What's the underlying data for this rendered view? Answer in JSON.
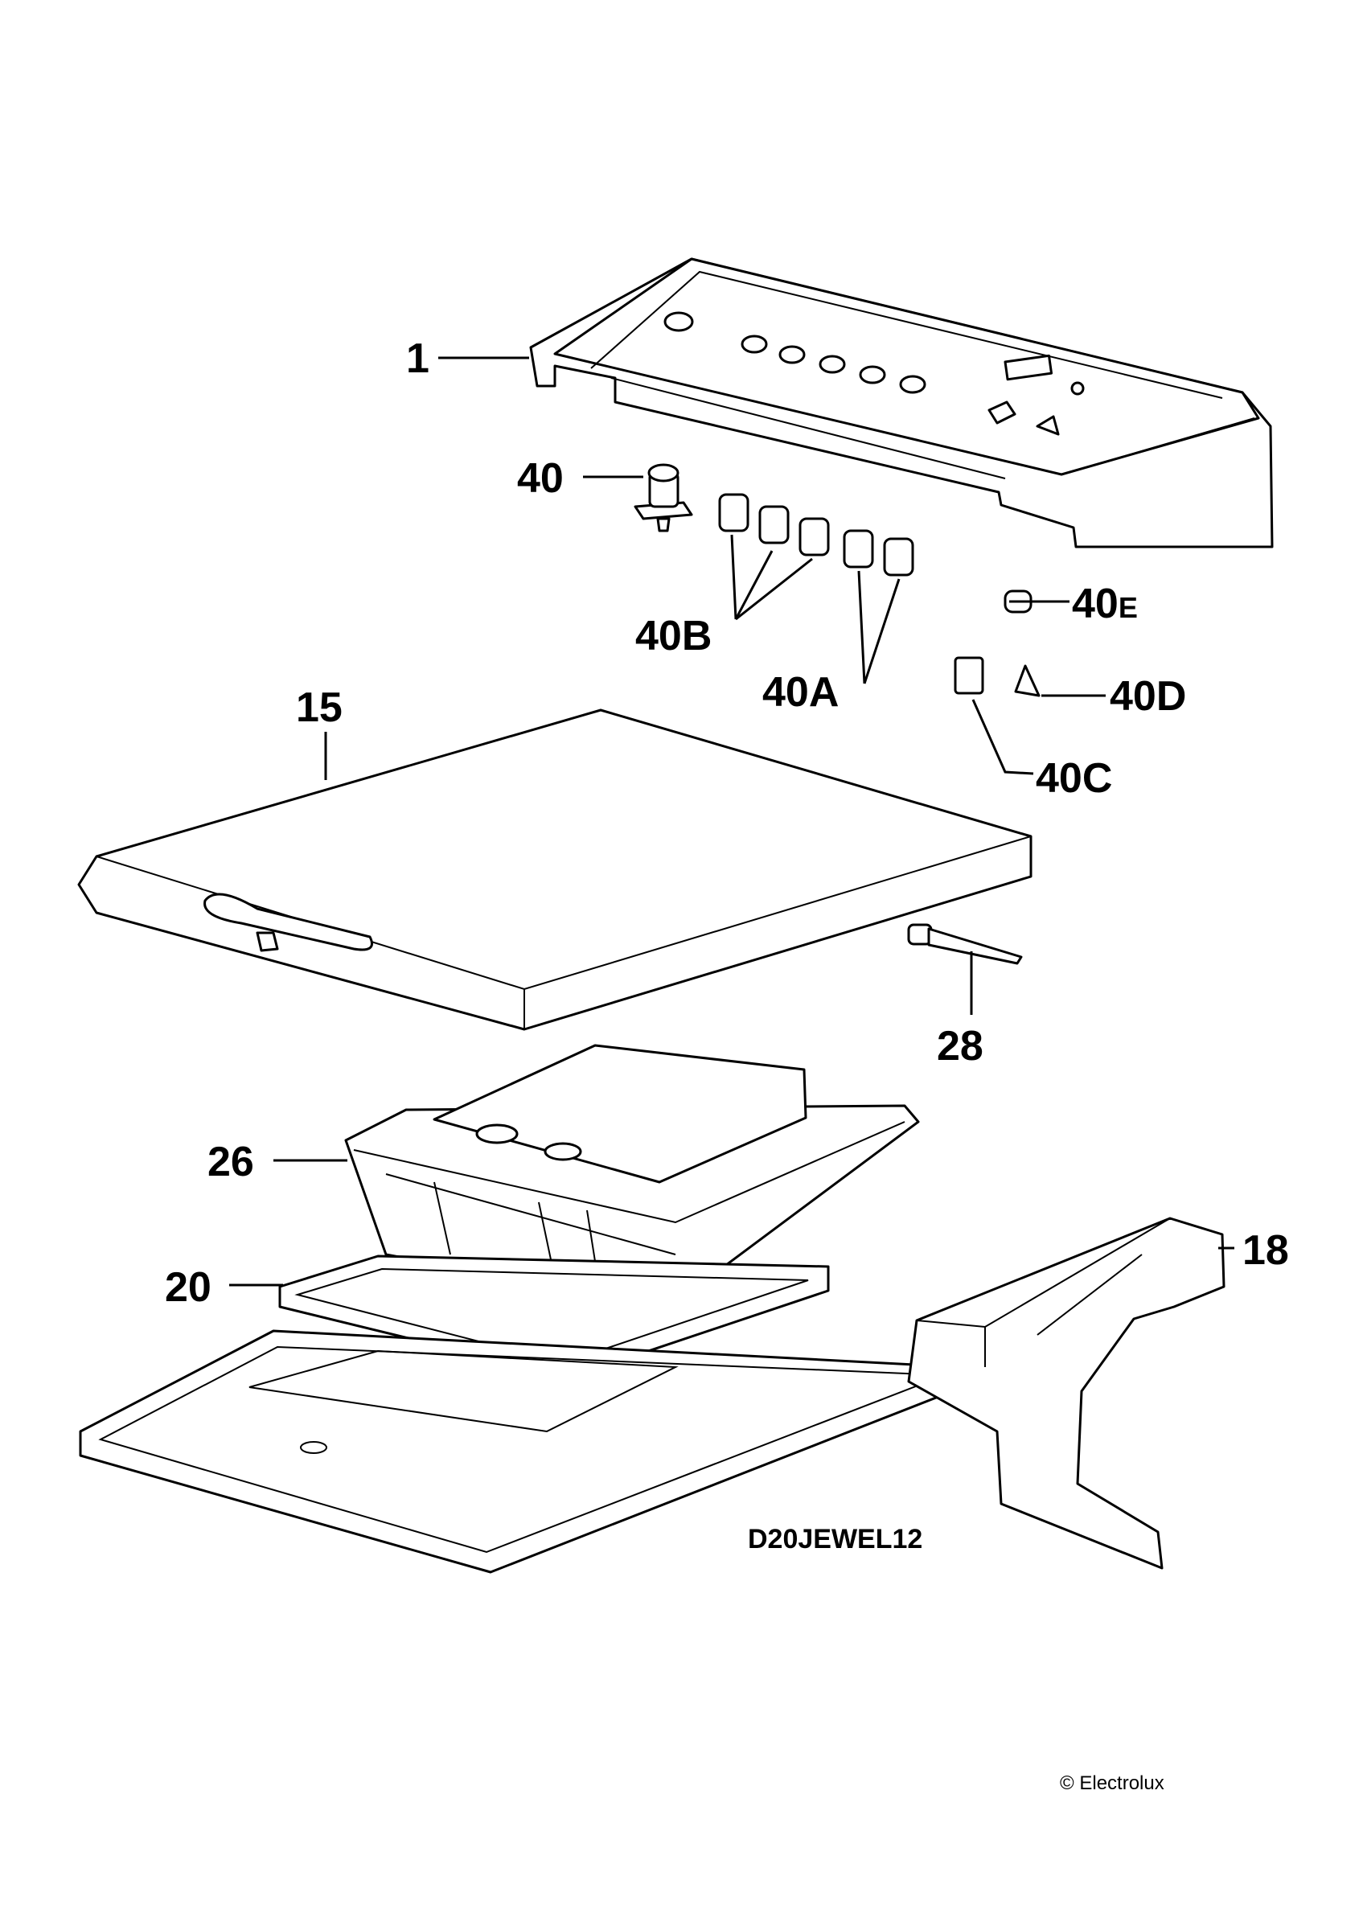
{
  "diagram": {
    "labels": {
      "l1": "1",
      "l40": "40",
      "l40b": "40B",
      "l40a": "40A",
      "l40e_main": "40",
      "l40e_suffix": "E",
      "l40d": "40D",
      "l40c": "40C",
      "l15": "15",
      "l28": "28",
      "l26": "26",
      "l18": "18",
      "l20": "20"
    },
    "drawing_code": "D20JEWEL12",
    "copyright": "© Electrolux"
  }
}
